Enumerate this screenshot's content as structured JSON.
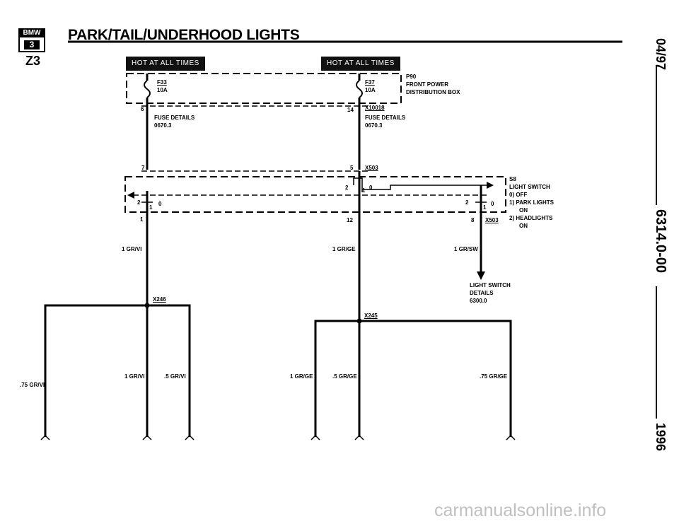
{
  "header": {
    "title": "PARK/TAIL/UNDERHOOD LIGHTS",
    "model": "Z3",
    "logo_text": "BMW",
    "logo_number": "3"
  },
  "side_margin": {
    "date": "04/97",
    "doc_number": "6314.0-00",
    "year": "1996"
  },
  "hot_labels": [
    "HOT AT ALL TIMES",
    "HOT AT ALL TIMES"
  ],
  "fuses": [
    {
      "name": "F33",
      "rating": "10A",
      "pin_out": "6"
    },
    {
      "name": "F37",
      "rating": "10A",
      "pin_out": "14"
    }
  ],
  "power_box": {
    "id": "P90",
    "name_1": "FRONT POWER",
    "name_2": "DISTRIBUTION BOX"
  },
  "connector_x10018": "X10018",
  "fuse_details": [
    {
      "label": "FUSE DETAILS",
      "ref": "0670.3"
    },
    {
      "label": "FUSE DETAILS",
      "ref": "0670.3"
    }
  ],
  "switch_pins": {
    "p7": "7",
    "p5": "5",
    "p1": "1",
    "p12": "12",
    "p8": "8"
  },
  "connector_x503": [
    "X503",
    "X503"
  ],
  "light_switch": {
    "id": "S8",
    "name": "LIGHT SWITCH",
    "state_0": "0)  OFF",
    "state_1": "1)  PARK LIGHTS",
    "state_1b": "ON",
    "state_2": "2)  HEADLIGHTS",
    "state_2b": "ON",
    "contacts": [
      "2",
      "1",
      "0",
      "2",
      "1",
      "0",
      "2",
      "1",
      "0"
    ]
  },
  "wires": {
    "w1": "1 GR/VI",
    "w2": "1 GR/GE",
    "w3": "1 GR/SW",
    "w4": "1 GR/VI",
    "w5": ".5 GR/VI",
    "w6": ".75 GR/VI",
    "w7": "1 GR/GE",
    "w8": ".5 GR/GE",
    "w9": ".75 GR/GE"
  },
  "splices": [
    "X246",
    "X245"
  ],
  "switch_details": {
    "l1": "LIGHT SWITCH",
    "l2": "DETAILS",
    "l3": "6300.0"
  },
  "watermark": "carmanualsonline.info"
}
